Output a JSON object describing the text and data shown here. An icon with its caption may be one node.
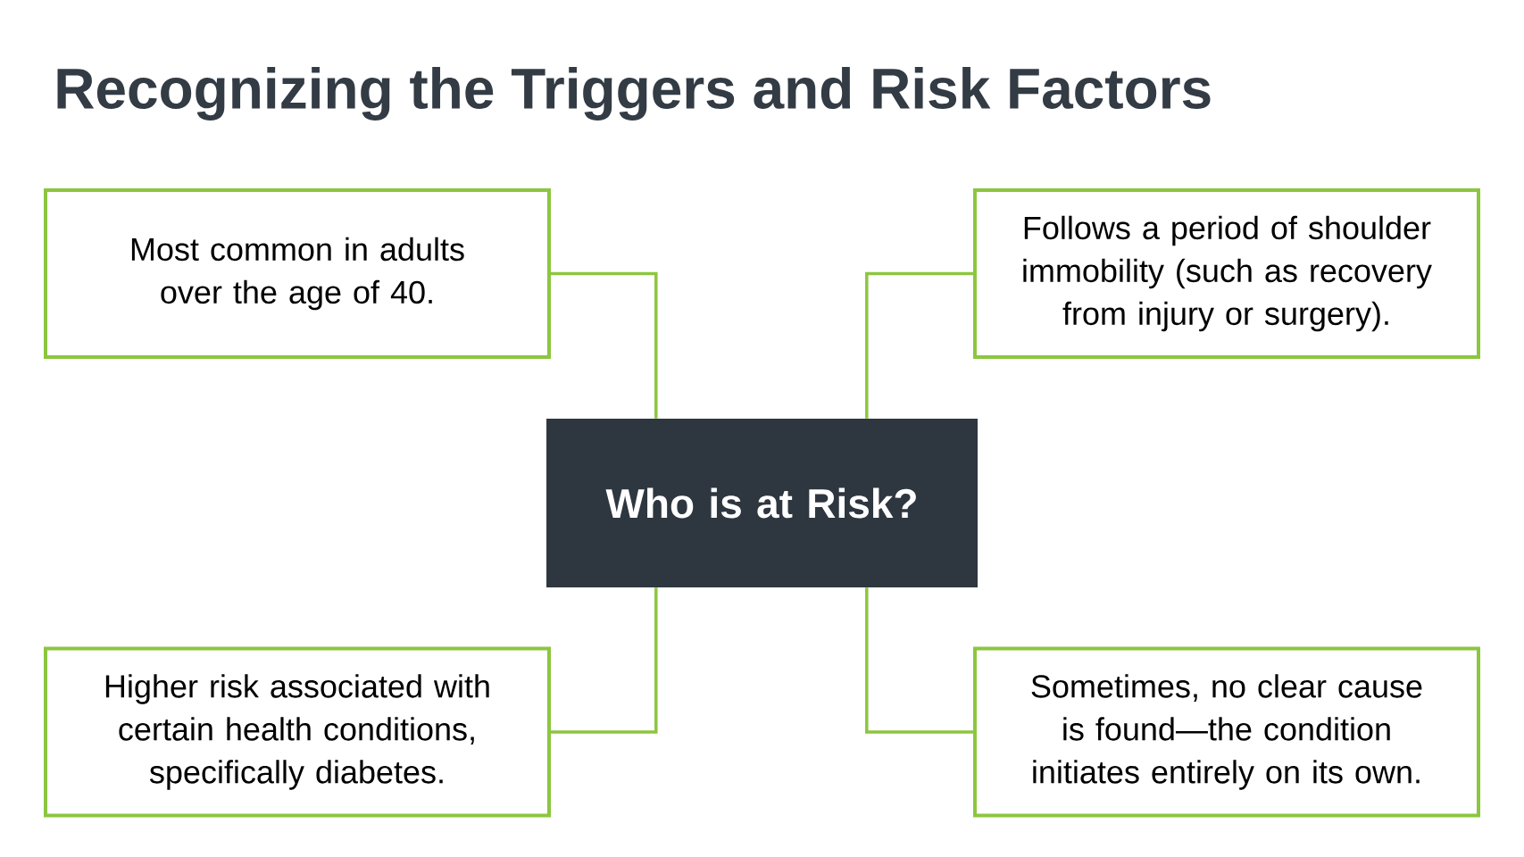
{
  "diagram": {
    "title": "Recognizing the Triggers and Risk Factors",
    "nodes": [
      {
        "text": [
          "Most common in adults over the age of 40."
        ]
      },
      {
        "text": [
          "Follows a period of shoulder immobility (such as recovery from injury or surgery)."
        ]
      },
      {
        "text": [
          "Who is at Risk?"
        ]
      },
      {
        "text": [
          "Higher risk associated with certain health conditions, specifically diabetes."
        ]
      },
      {
        "text": [
          "Sometimes, no clear cause is found—the condition initiates entirely on its own."
        ]
      }
    ],
    "edges": [
      {
        "from": 2,
        "to": 0,
        "arrow": "none"
      },
      {
        "from": 2,
        "to": 1,
        "arrow": "none"
      },
      {
        "from": 2,
        "to": 3,
        "arrow": "none"
      },
      {
        "from": 2,
        "to": 4,
        "arrow": "none"
      }
    ]
  }
}
